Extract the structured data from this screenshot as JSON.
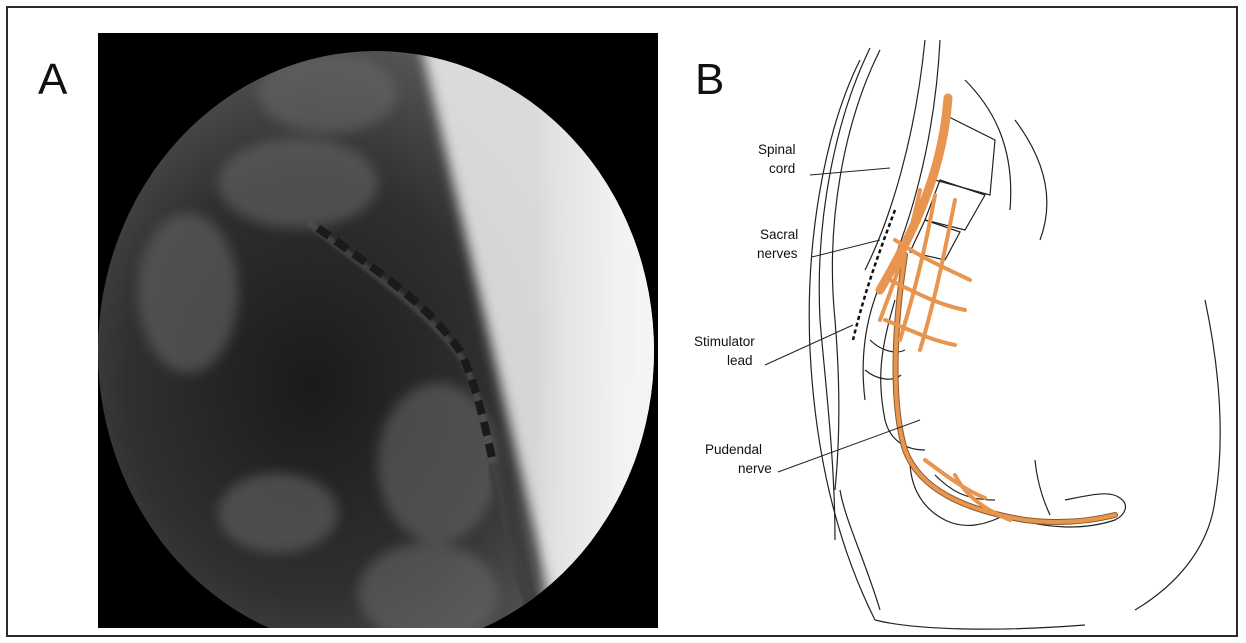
{
  "panels": {
    "a": {
      "letter": "A"
    },
    "b": {
      "letter": "B"
    }
  },
  "labels": {
    "spinal_cord": [
      "Spinal",
      "cord"
    ],
    "sacral_nerves": [
      "Sacral",
      "nerves"
    ],
    "stimulator_lead": [
      "Stimulator",
      "lead"
    ],
    "pudendal_nerve": [
      "Pudendal",
      "nerve"
    ]
  },
  "colors": {
    "nerve": "#e8954f",
    "nerve_outline": "#8a5a2b",
    "line_art": "#222222",
    "xray_background": "#000000"
  }
}
